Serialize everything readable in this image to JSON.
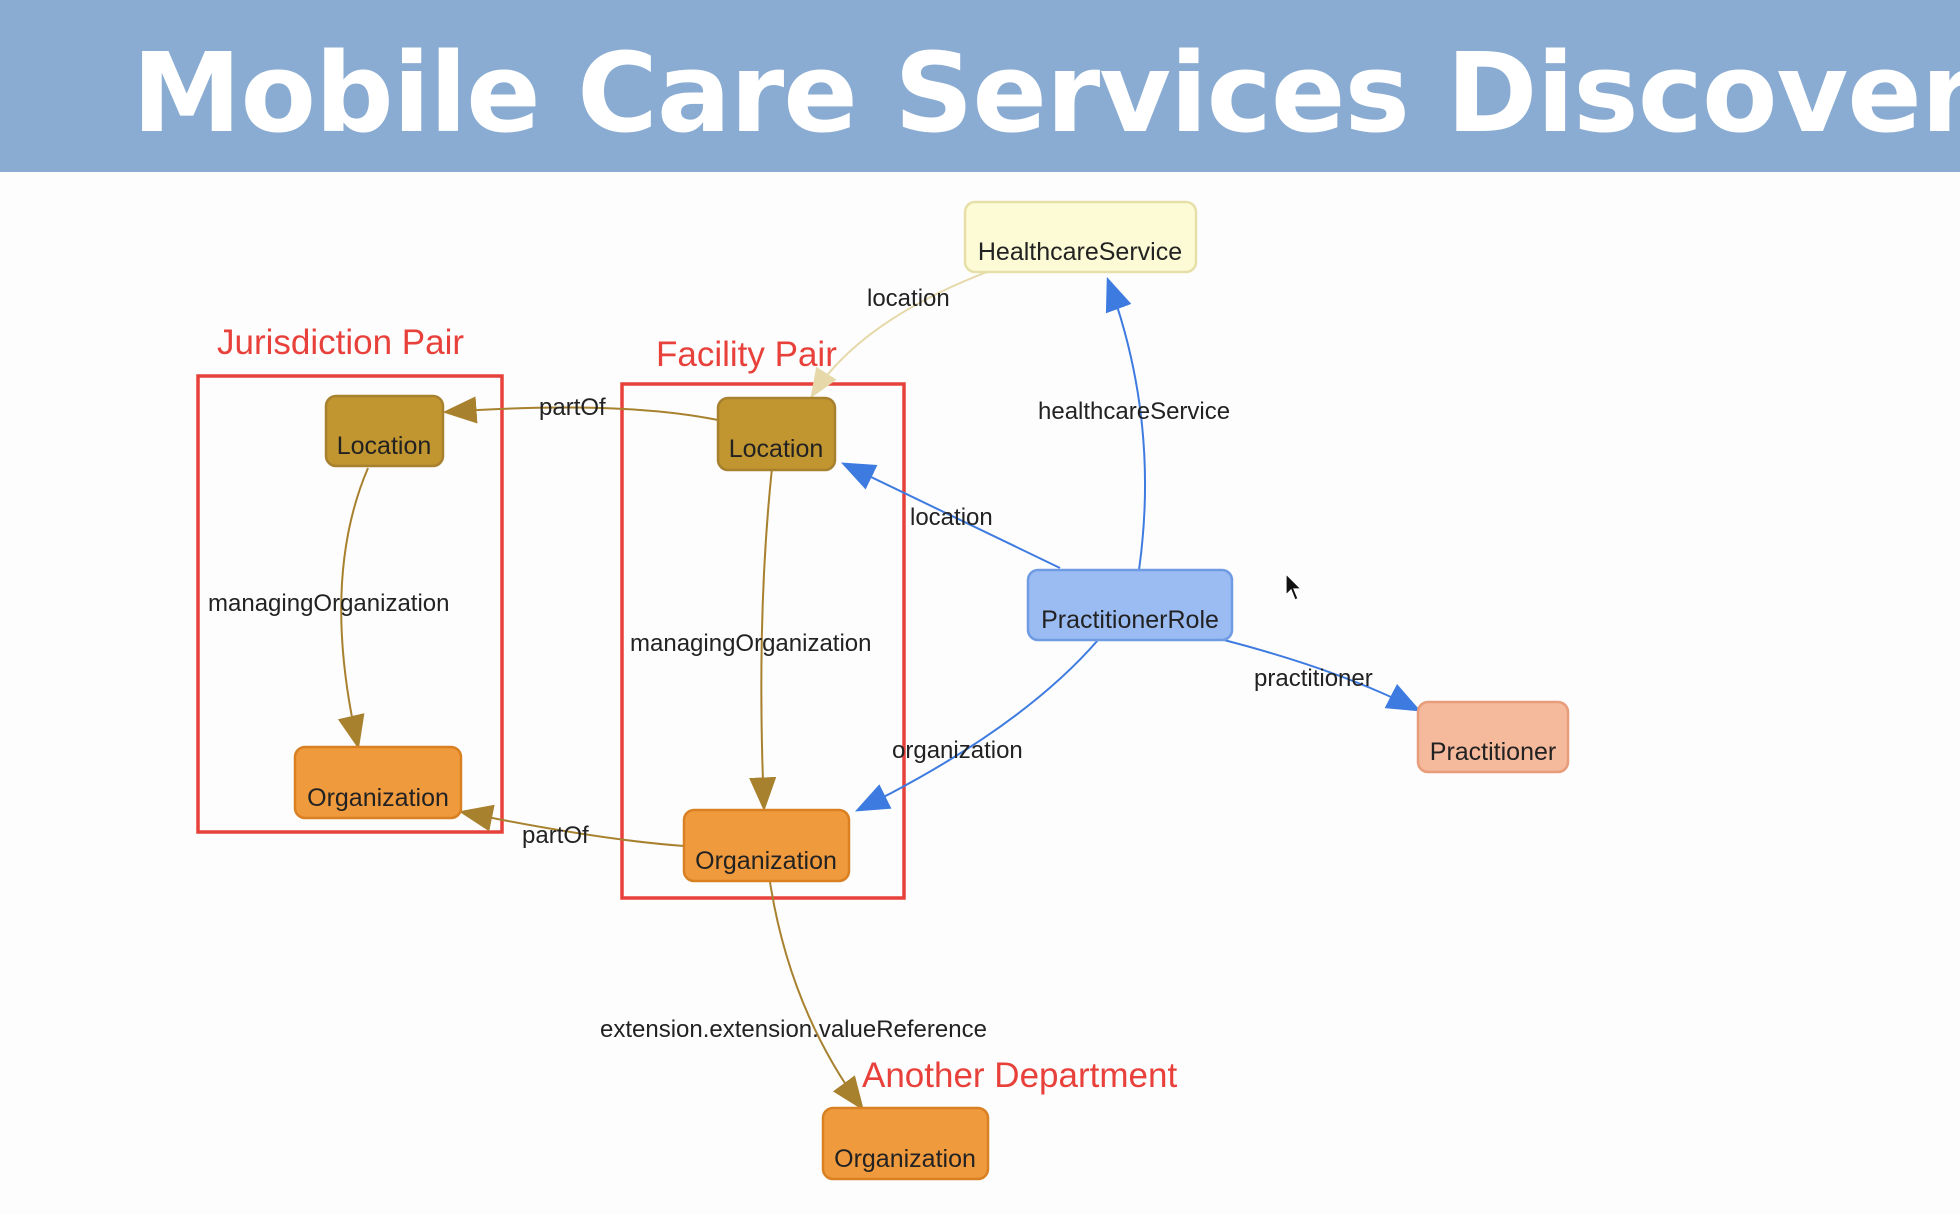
{
  "title": "Mobile Care Services Discovery",
  "colors": {
    "banner": "#8aacd2",
    "group_label": "#e8413b",
    "location_fill": "#c1952f",
    "organization_fill": "#f09a3e",
    "healthcareservice_fill": "#fcfbd5",
    "practitionerrole_fill": "#9bbcf3",
    "practitioner_fill": "#f5b99c",
    "edge_brown": "#a8812f",
    "edge_blue": "#3e7be0"
  },
  "groups": {
    "jurisdiction": "Jurisdiction Pair",
    "facility": "Facility Pair",
    "department": "Another Department"
  },
  "nodes": {
    "healthcare_service": "HealthcareService",
    "practitioner_role": "PractitionerRole",
    "practitioner": "Practitioner",
    "jurisdiction_location": "Location",
    "jurisdiction_organization": "Organization",
    "facility_location": "Location",
    "facility_organization": "Organization",
    "department_organization": "Organization"
  },
  "edges": {
    "facility_location_to_healthcare": "location",
    "role_to_healthcare": "healthcareService",
    "facility_location_partof": "partOf",
    "jurisdiction_managing": "managingOrganization",
    "facility_managing": "managingOrganization",
    "role_to_location": "location",
    "role_to_practitioner": "practitioner",
    "role_to_organization": "organization",
    "facility_org_partof": "partOf",
    "extension": "extension.extension.valueReference"
  }
}
